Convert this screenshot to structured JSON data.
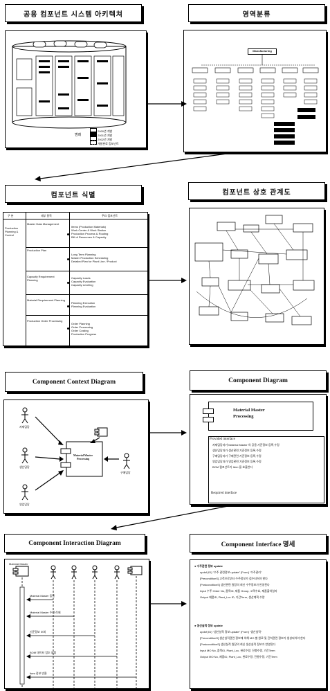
{
  "titles": {
    "architecture": "공용 컴포넌트 시스템 아키텍쳐",
    "classification": "영역분류",
    "identification": "컴포넌트 식별",
    "relationship": "컴포넌트 상호 관계도",
    "context": "Component Context Diagram",
    "component": "Component Diagram",
    "interaction": "Component Interaction Diagram",
    "interface": "Component Interface  명세"
  },
  "architecture": {
    "legend_label": "범례",
    "legend": [
      "2000년 개발",
      "2001년 개발",
      "2002년 개발",
      "개발완료 컴포넌트"
    ]
  },
  "classification": {
    "root": "Manufacturing"
  },
  "identification": {
    "headers": [
      "구 분",
      "세부 항목",
      "주요 컴포넌트"
    ],
    "group": "Production Planning & Control",
    "rows": [
      {
        "item": "Master Data Management",
        "comps": [
          "Items (Production Materials)",
          "Work Center & Work Station",
          "Production Process & Routing",
          "Bill of Resources & Capacity"
        ]
      },
      {
        "item": "Production Plan",
        "comps": [
          "Long Term Planning",
          "Master Production Scheduling",
          "Detailed Plan for Plant Line / Product"
        ]
      },
      {
        "item": "Capacity Requirement Planning",
        "comps": [
          "Capacity Loads",
          "Capacity Evaluation",
          "Capacity Leveling"
        ]
      },
      {
        "item": "Material Requirement Planning",
        "comps": [
          "Planning Execution",
          "Planning Evaluation"
        ]
      },
      {
        "item": "Production Order Processing",
        "comps": [
          "Order Planning",
          "Order Processing",
          "Order Costing",
          "Production Progress"
        ]
      }
    ]
  },
  "context": {
    "actors": [
      "자재담당",
      "생산담당",
      "구매담당",
      "영업담당"
    ],
    "component": [
      "Material Master",
      "Processing"
    ]
  },
  "component_diagram": {
    "name": [
      "Material Master",
      "Processing"
    ],
    "provided_label": "Provided interface",
    "provided": [
      "자재담당자가 Material Master 의 공용 기준정보 등록,수정",
      "생산담당자가 생산관련 기준정보 등록,수정",
      "구매담당자가 구매관련 기준정보 등록,수정",
      "영업담당자가 영업관련 기준정보 등록,수정",
      "BOM 컴포넌트가 Item 을 호출한다"
    ],
    "required_label": "Required interface"
  },
  "interaction": {
    "header": "Material Master",
    "messages": [
      "Material Master 등록",
      "Material Master 수정/삭제",
      "기준정보 조회",
      "BOM 데이터 참조 요청",
      "Item 정보 반환"
    ]
  },
  "interface_spec": {
    "sections": [
      {
        "title": "수주관련 정보 update",
        "lines": [
          "updsf (ID) \"수주 관련정보 update\"   [From]  \"수주관리\"",
          "[PreconditionS]  고객으로부터 수주정보가 접수되어야 한다",
          "[PostconditionS]  생산관련 원장의 최신 수주정보가 반영된다",
          "Input  수주 Order No, 품목ID, 제품 Group, 고객수요, 제품출하일자",
          "Output  제품ID, Plant_Loc ID, 기간Term, 생산계획 수량"
        ]
      },
      {
        "title": "생산실적 정보 update",
        "lines": [
          "updsf (ID) \"생산실적 정보 update\"   [From]  \"생산실적\"",
          "[PreconditionS]  생산실적관련 정보에 의해 MO 별 원료 및 진척관련 정보가 생성되어야 한다",
          "[PostconditionS]  생산실적 원장의 최신 생산실적 정보가 반영된다",
          "Input  MO No, 품목ID, Plant_Loc, 완료수량, 진행수량, 기간Term",
          "Output  MO No, 제품ID, Plant_Loc, 완료수량, 진행수량, 기간Term"
        ]
      }
    ]
  }
}
